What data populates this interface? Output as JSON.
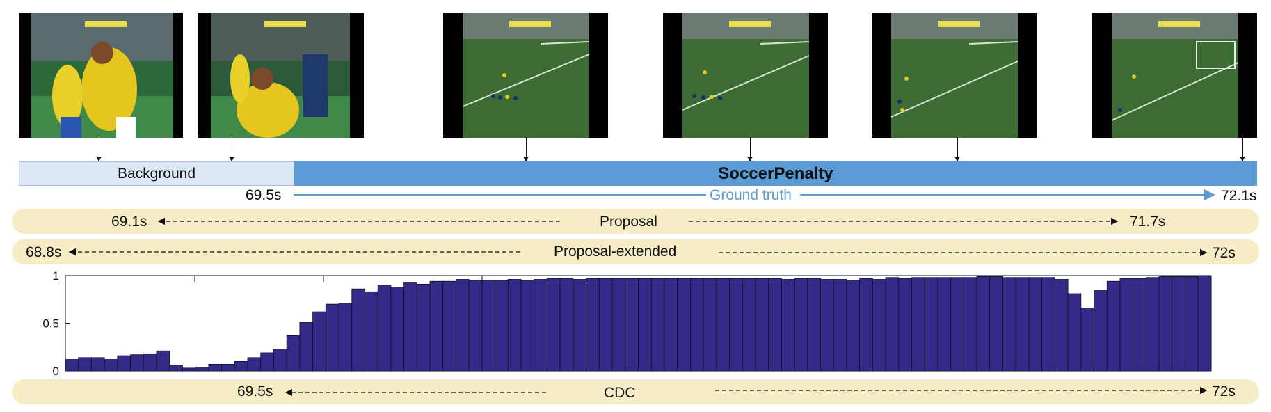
{
  "frames": [
    {
      "id": "f1",
      "desc": "players-closeup-1"
    },
    {
      "id": "f2",
      "desc": "players-closeup-2"
    },
    {
      "id": "f3",
      "desc": "penalty-field-1"
    },
    {
      "id": "f4",
      "desc": "penalty-field-2"
    },
    {
      "id": "f5",
      "desc": "penalty-field-3"
    },
    {
      "id": "f6",
      "desc": "penalty-field-4"
    }
  ],
  "segments": {
    "background_label": "Background",
    "class_label": "SoccerPenalty"
  },
  "ground_truth": {
    "label": "Ground truth",
    "start": "69.5s",
    "end": "72.1s"
  },
  "proposal": {
    "label": "Proposal",
    "start": "69.1s",
    "end": "71.7s"
  },
  "proposal_extended": {
    "label": "Proposal-extended",
    "start": "68.8s",
    "end": "72s"
  },
  "cdc": {
    "label": "CDC",
    "start": "69.5s",
    "end": "72s"
  },
  "colors": {
    "bar": "#342a8a",
    "class": "#5b9bd5",
    "background": "#dbe7f4",
    "pill": "#f6edc7",
    "gt_line": "#5b9bd5"
  },
  "chart_data": {
    "type": "bar",
    "ylim": [
      0,
      1
    ],
    "yticks": [
      "0",
      "0.5",
      "1"
    ],
    "values": [
      0.12,
      0.14,
      0.14,
      0.12,
      0.16,
      0.17,
      0.18,
      0.21,
      0.06,
      0.03,
      0.04,
      0.07,
      0.07,
      0.1,
      0.14,
      0.19,
      0.23,
      0.37,
      0.51,
      0.62,
      0.7,
      0.71,
      0.86,
      0.83,
      0.9,
      0.88,
      0.93,
      0.91,
      0.94,
      0.94,
      0.96,
      0.95,
      0.95,
      0.95,
      0.96,
      0.95,
      0.96,
      0.97,
      0.97,
      0.96,
      0.97,
      0.97,
      0.97,
      0.97,
      0.97,
      0.97,
      0.97,
      0.97,
      0.97,
      0.97,
      0.97,
      0.97,
      0.97,
      0.97,
      0.97,
      0.96,
      0.97,
      0.97,
      0.96,
      0.96,
      0.95,
      0.97,
      0.96,
      0.98,
      0.97,
      0.98,
      0.98,
      0.98,
      0.98,
      0.98,
      0.99,
      0.99,
      0.98,
      0.98,
      0.98,
      0.98,
      0.96,
      0.81,
      0.66,
      0.85,
      0.94,
      0.97,
      0.97,
      0.98,
      0.99,
      0.99,
      0.99,
      1.0
    ]
  }
}
